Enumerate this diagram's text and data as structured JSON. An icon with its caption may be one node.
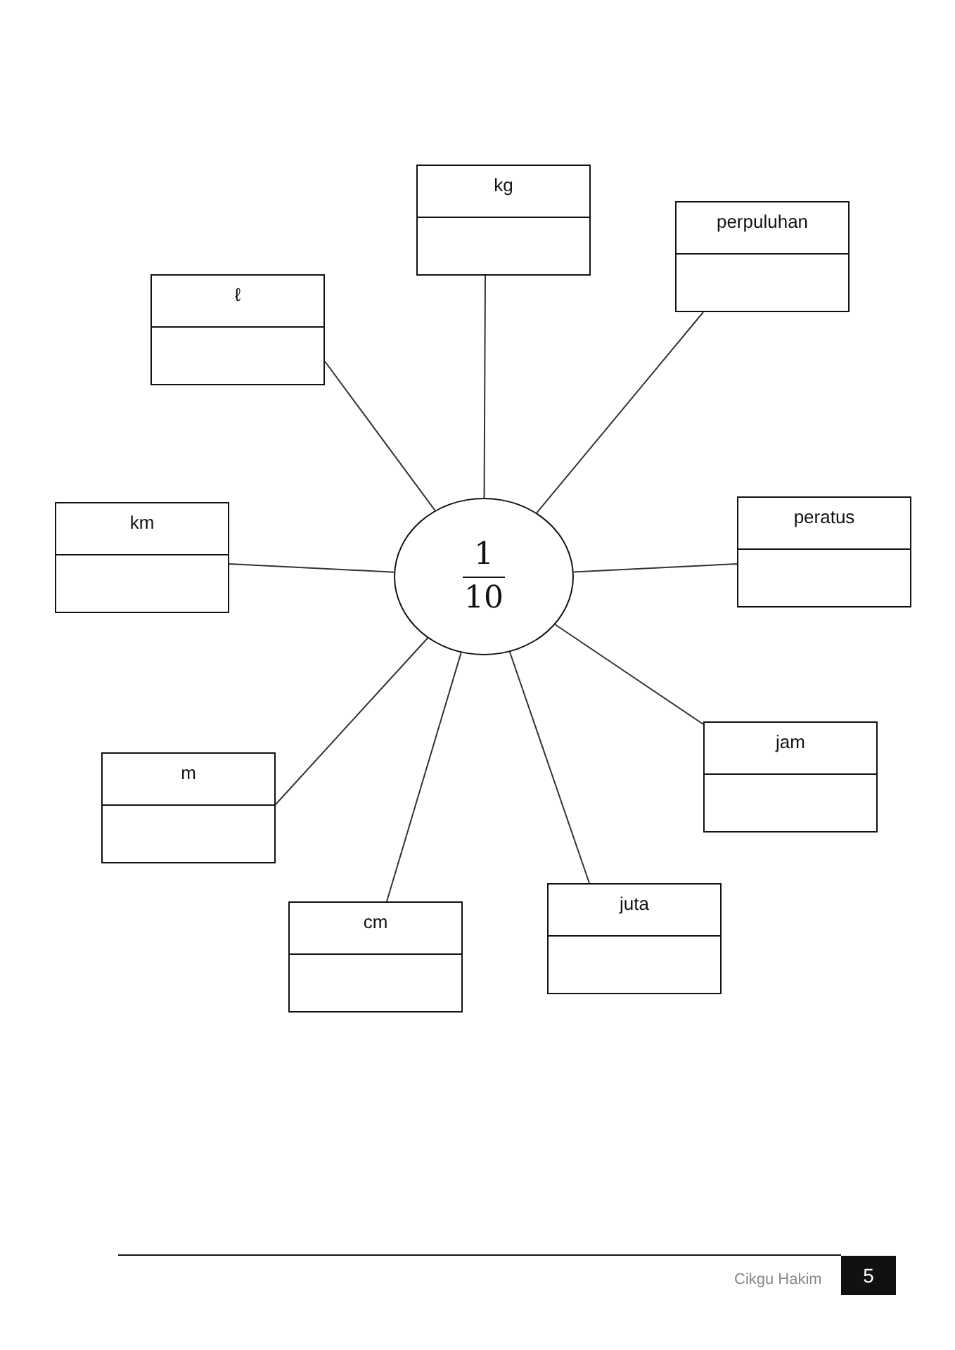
{
  "diagram": {
    "nodes": [
      {
        "text": [
          "1",
          "10"
        ]
      },
      {
        "text": [
          "kg"
        ]
      },
      {
        "text": [
          "perpuluhan"
        ]
      },
      {
        "text": [
          "ℓ"
        ]
      },
      {
        "text": [
          "peratus"
        ]
      },
      {
        "text": [
          "km"
        ]
      },
      {
        "text": [
          "jam"
        ]
      },
      {
        "text": [
          "m"
        ]
      },
      {
        "text": [
          "juta"
        ]
      },
      {
        "text": [
          "cm"
        ]
      }
    ],
    "edges": [
      {
        "from": 0,
        "to": 1,
        "arrow": "none"
      },
      {
        "from": 0,
        "to": 2,
        "arrow": "none"
      },
      {
        "from": 0,
        "to": 3,
        "arrow": "none"
      },
      {
        "from": 0,
        "to": 4,
        "arrow": "none"
      },
      {
        "from": 0,
        "to": 5,
        "arrow": "none"
      },
      {
        "from": 0,
        "to": 6,
        "arrow": "none"
      },
      {
        "from": 0,
        "to": 7,
        "arrow": "none"
      },
      {
        "from": 0,
        "to": 8,
        "arrow": "none"
      },
      {
        "from": 0,
        "to": 9,
        "arrow": "none"
      }
    ],
    "labels": [
      "Cikgu Hakim",
      "5"
    ]
  }
}
